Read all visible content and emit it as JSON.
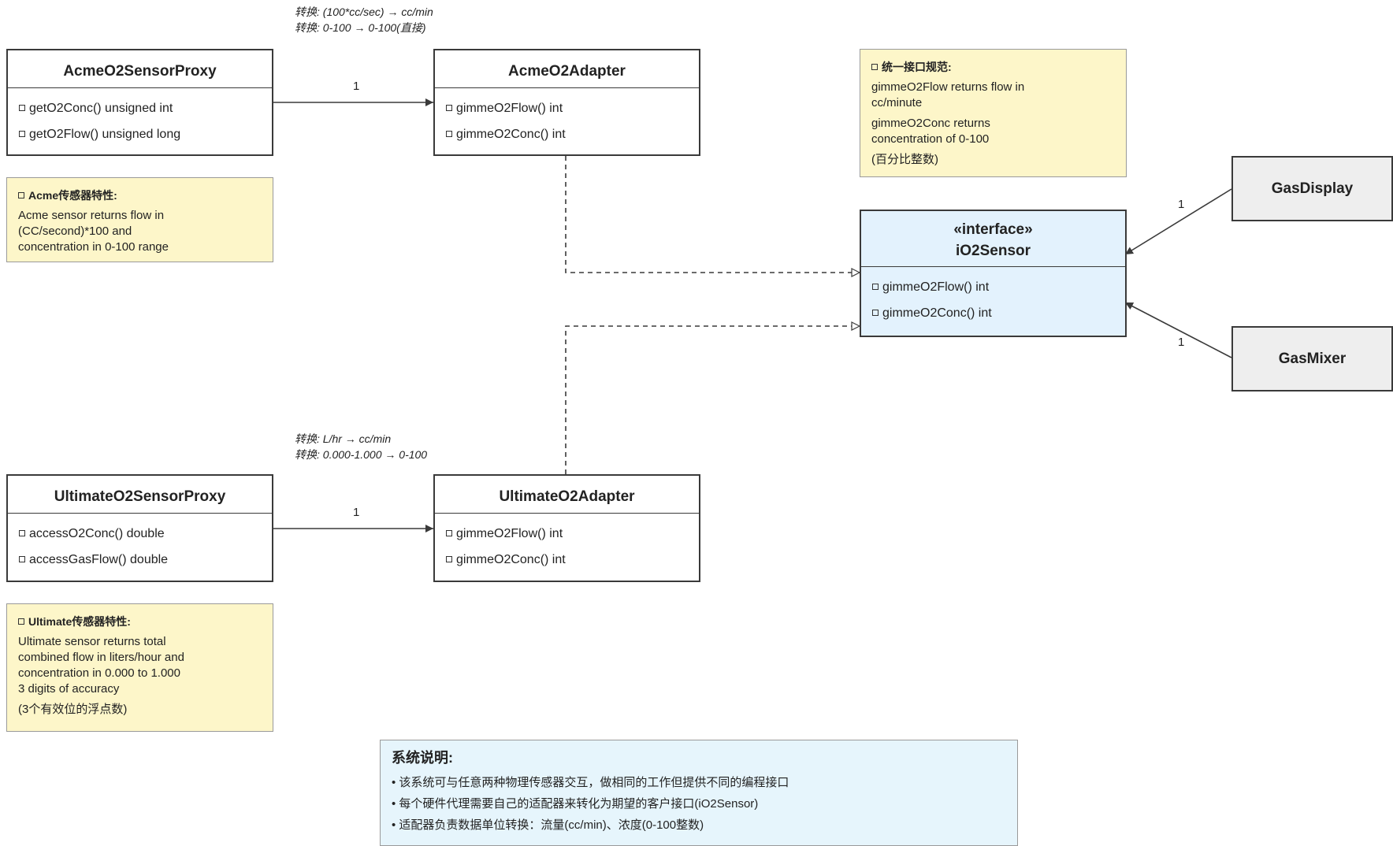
{
  "classes": {
    "acme_proxy": {
      "title": "AcmeO2SensorProxy",
      "methods": [
        "getO2Conc() unsigned int",
        "getO2Flow() unsigned long"
      ]
    },
    "acme_adapter": {
      "title": "AcmeO2Adapter",
      "methods": [
        "gimmeO2Flow() int",
        "gimmeO2Conc() int"
      ]
    },
    "ultimate_proxy": {
      "title": "UltimateO2SensorProxy",
      "methods": [
        "accessO2Conc() double",
        "accessGasFlow() double"
      ]
    },
    "ultimate_adapter": {
      "title": "UltimateO2Adapter",
      "methods": [
        "gimmeO2Flow() int",
        "gimmeO2Conc() int"
      ]
    },
    "interface": {
      "stereotype": "«interface»",
      "title": "iO2Sensor",
      "methods": [
        "gimmeO2Flow() int",
        "gimmeO2Conc() int"
      ]
    },
    "gas_display": {
      "title": "GasDisplay"
    },
    "gas_mixer": {
      "title": "GasMixer"
    }
  },
  "notes": {
    "acme": {
      "heading": "Acme传感器特性:",
      "lines": [
        "Acme sensor returns flow in",
        "(CC/second)*100 and",
        "concentration in 0-100 range"
      ]
    },
    "ultimate": {
      "heading": "Ultimate传感器特性:",
      "lines": [
        "Ultimate sensor returns total",
        "combined flow in liters/hour and",
        "concentration in 0.000 to 1.000",
        "3 digits of accuracy"
      ],
      "extra": "(3个有效位的浮点数)"
    },
    "interface_spec": {
      "heading": "统一接口规范:",
      "para1": [
        "gimmeO2Flow returns flow in",
        "cc/minute"
      ],
      "para2": [
        "gimmeO2Conc returns",
        "concentration of 0-100"
      ],
      "para3": "(百分比整数)"
    }
  },
  "conversions": {
    "acme": [
      "转换: (100*cc/sec) → cc/min",
      "转换: 0-100 → 0-100(直接)"
    ],
    "ultimate": [
      "转换: L/hr → cc/min",
      "转换: 0.000-1.000 → 0-100"
    ]
  },
  "multiplicities": {
    "acme_assoc": "1",
    "ultimate_assoc": "1",
    "display_assoc": "1",
    "mixer_assoc": "1"
  },
  "system_note": {
    "heading": "系统说明:",
    "lines": [
      "• 该系统可与任意两种物理传感器交互，做相同的工作但提供不同的编程接口",
      "• 每个硬件代理需要自己的适配器来转化为期望的客户接口(iO2Sensor)",
      "• 适配器负责数据单位转换：流量(cc/min)、浓度(0-100整数)"
    ]
  },
  "colors": {
    "note_yellow": "#fdf6c9",
    "interface_blue": "#e3f2fd",
    "system_note_blue": "#e6f5fc",
    "client_gray": "#eeeeee",
    "line": "#3a3a3a"
  }
}
